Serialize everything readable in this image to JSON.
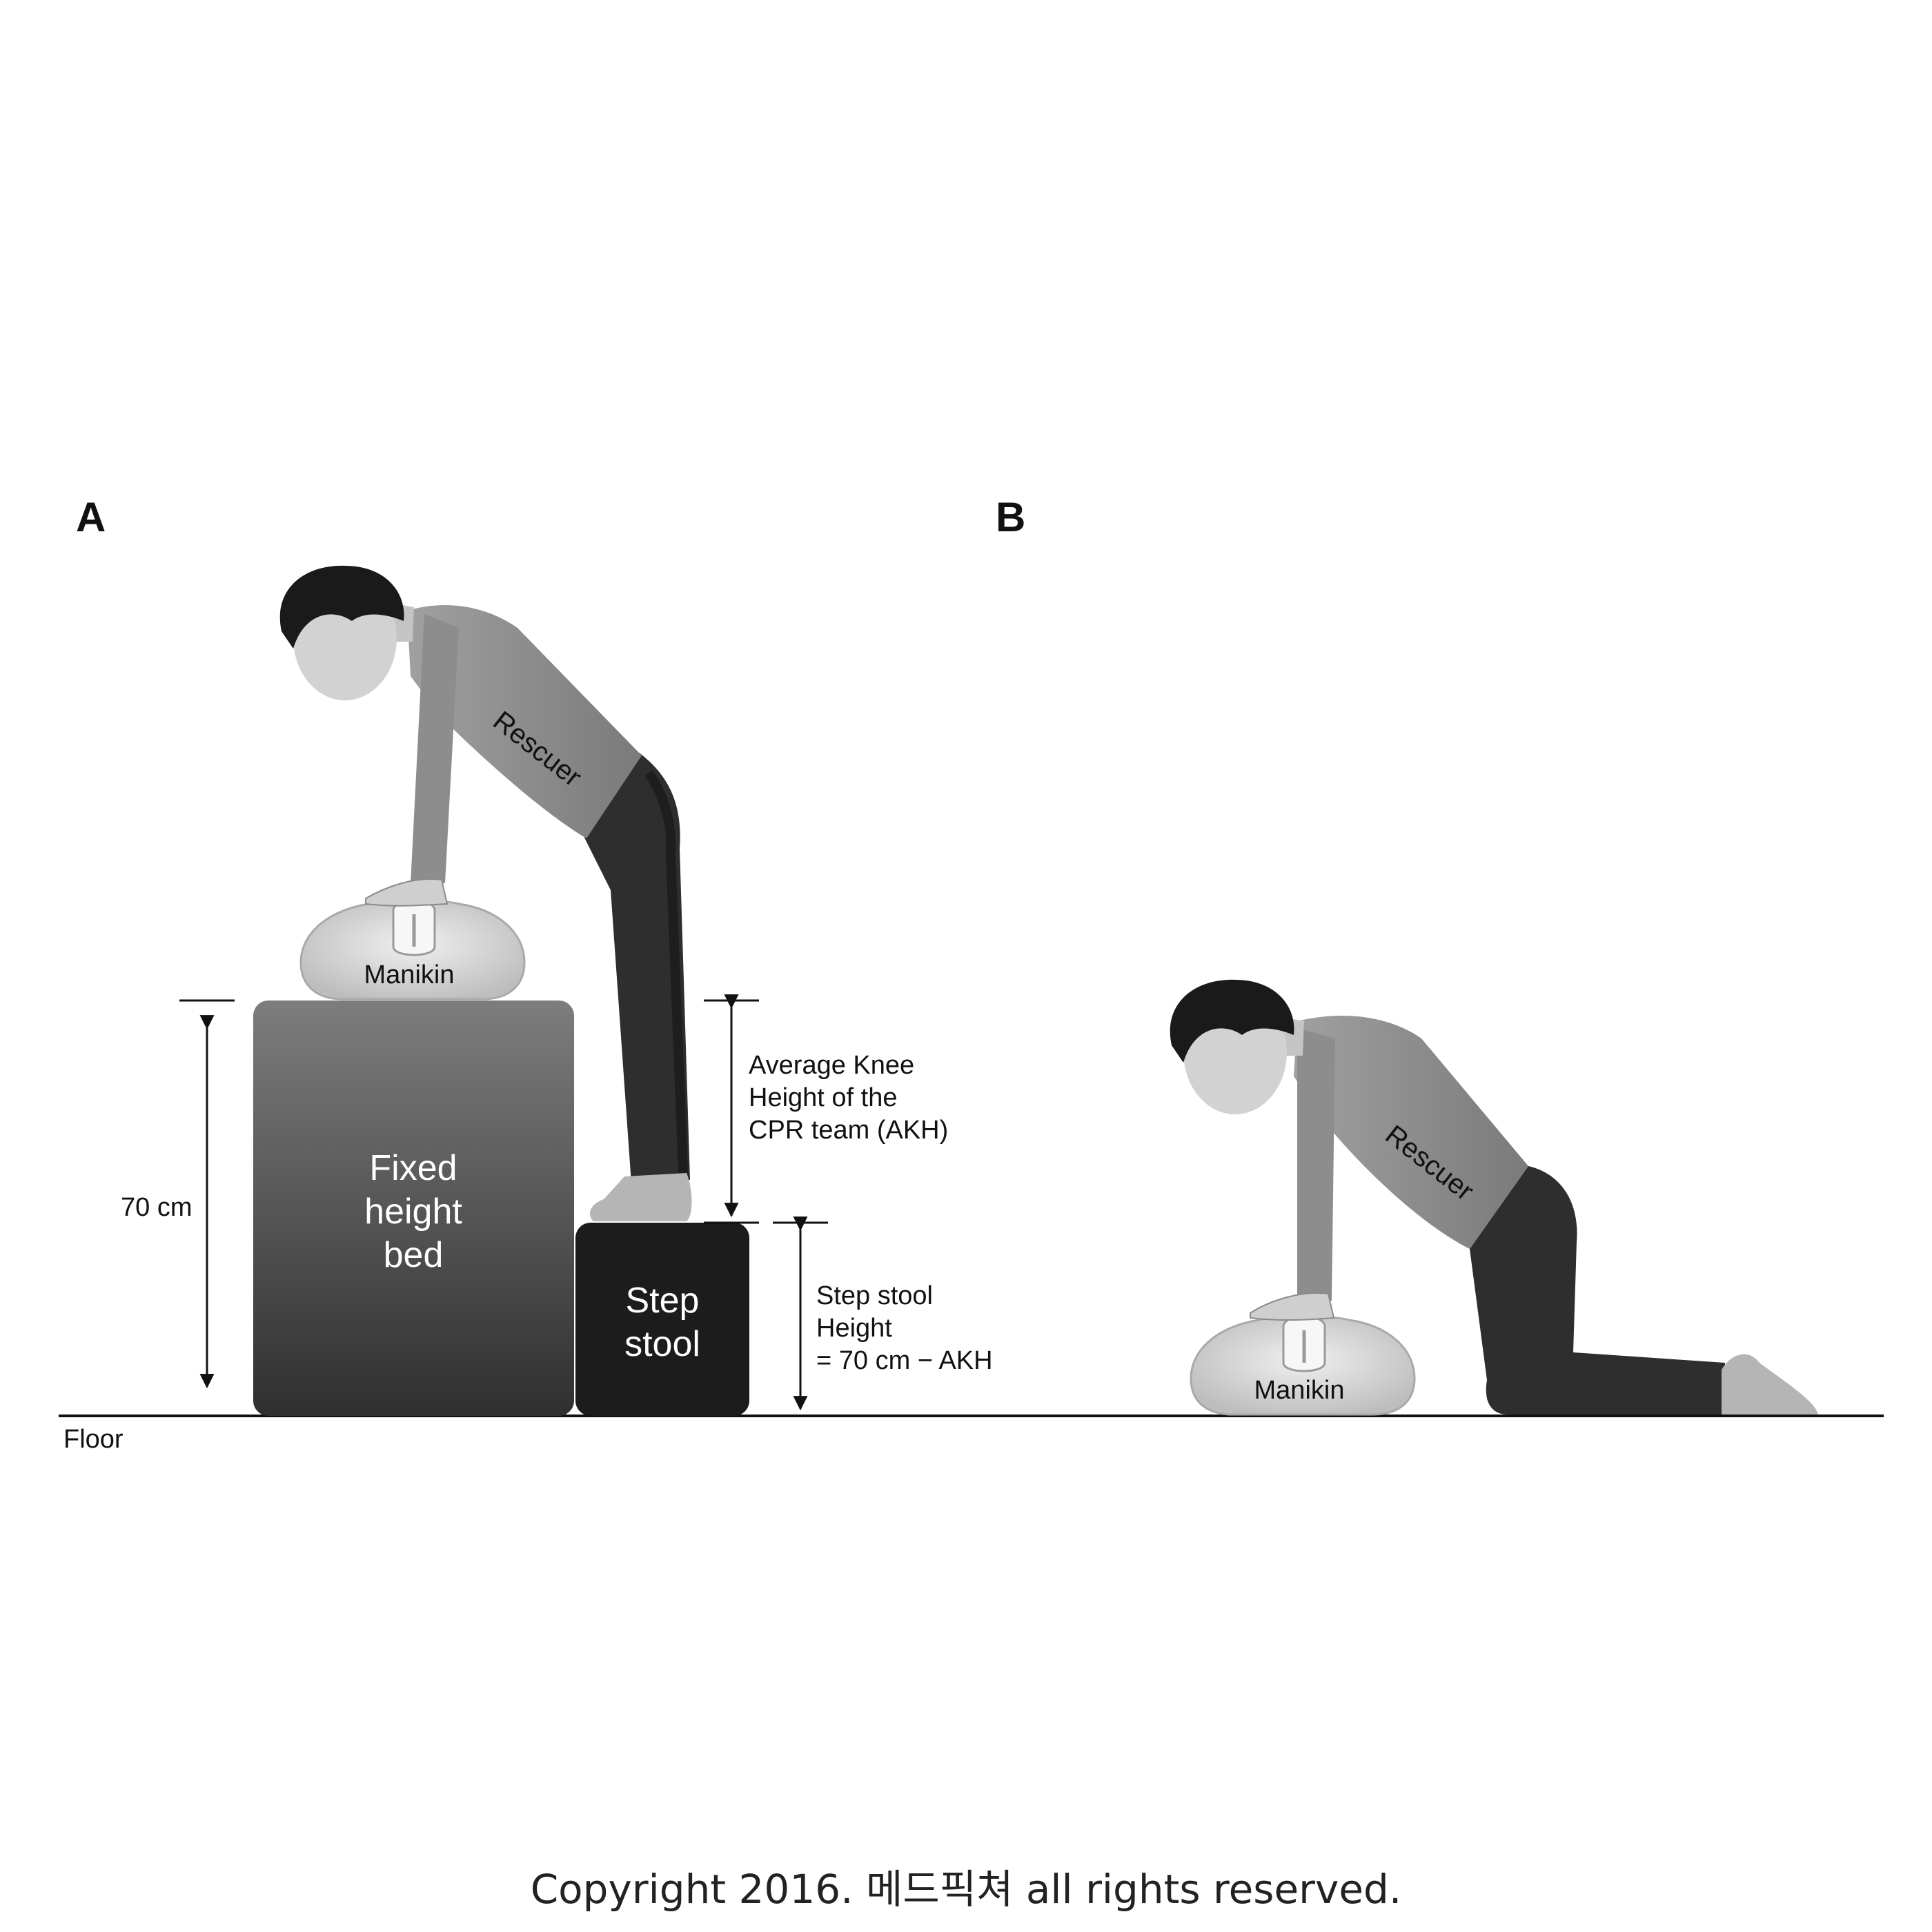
{
  "panels": {
    "a": "A",
    "b": "B"
  },
  "labels": {
    "manikin": "Manikin",
    "rescuer": "Rescuer",
    "fixed_bed": [
      "Fixed",
      "height",
      "bed"
    ],
    "step_stool": [
      "Step",
      "stool"
    ],
    "height_70": "70 cm",
    "akh": [
      "Average Knee",
      "Height of the",
      "CPR team (AKH)"
    ],
    "stool_height": [
      "Step stool",
      "Height",
      "= 70 cm − AKH"
    ],
    "floor": "Floor"
  },
  "copyright": "Copyright 2016. 메드픽쳐 all rights reserved.",
  "colors": {
    "bed_top": "#7a7a7a",
    "bed_bottom": "#333333",
    "stool": "#1c1c1c",
    "shirt": "#8c8c8c",
    "pants": "#2e2e2e",
    "skin": "#c8c8c8",
    "hair": "#1a1a1a",
    "manikin": "#dcdcdc"
  }
}
